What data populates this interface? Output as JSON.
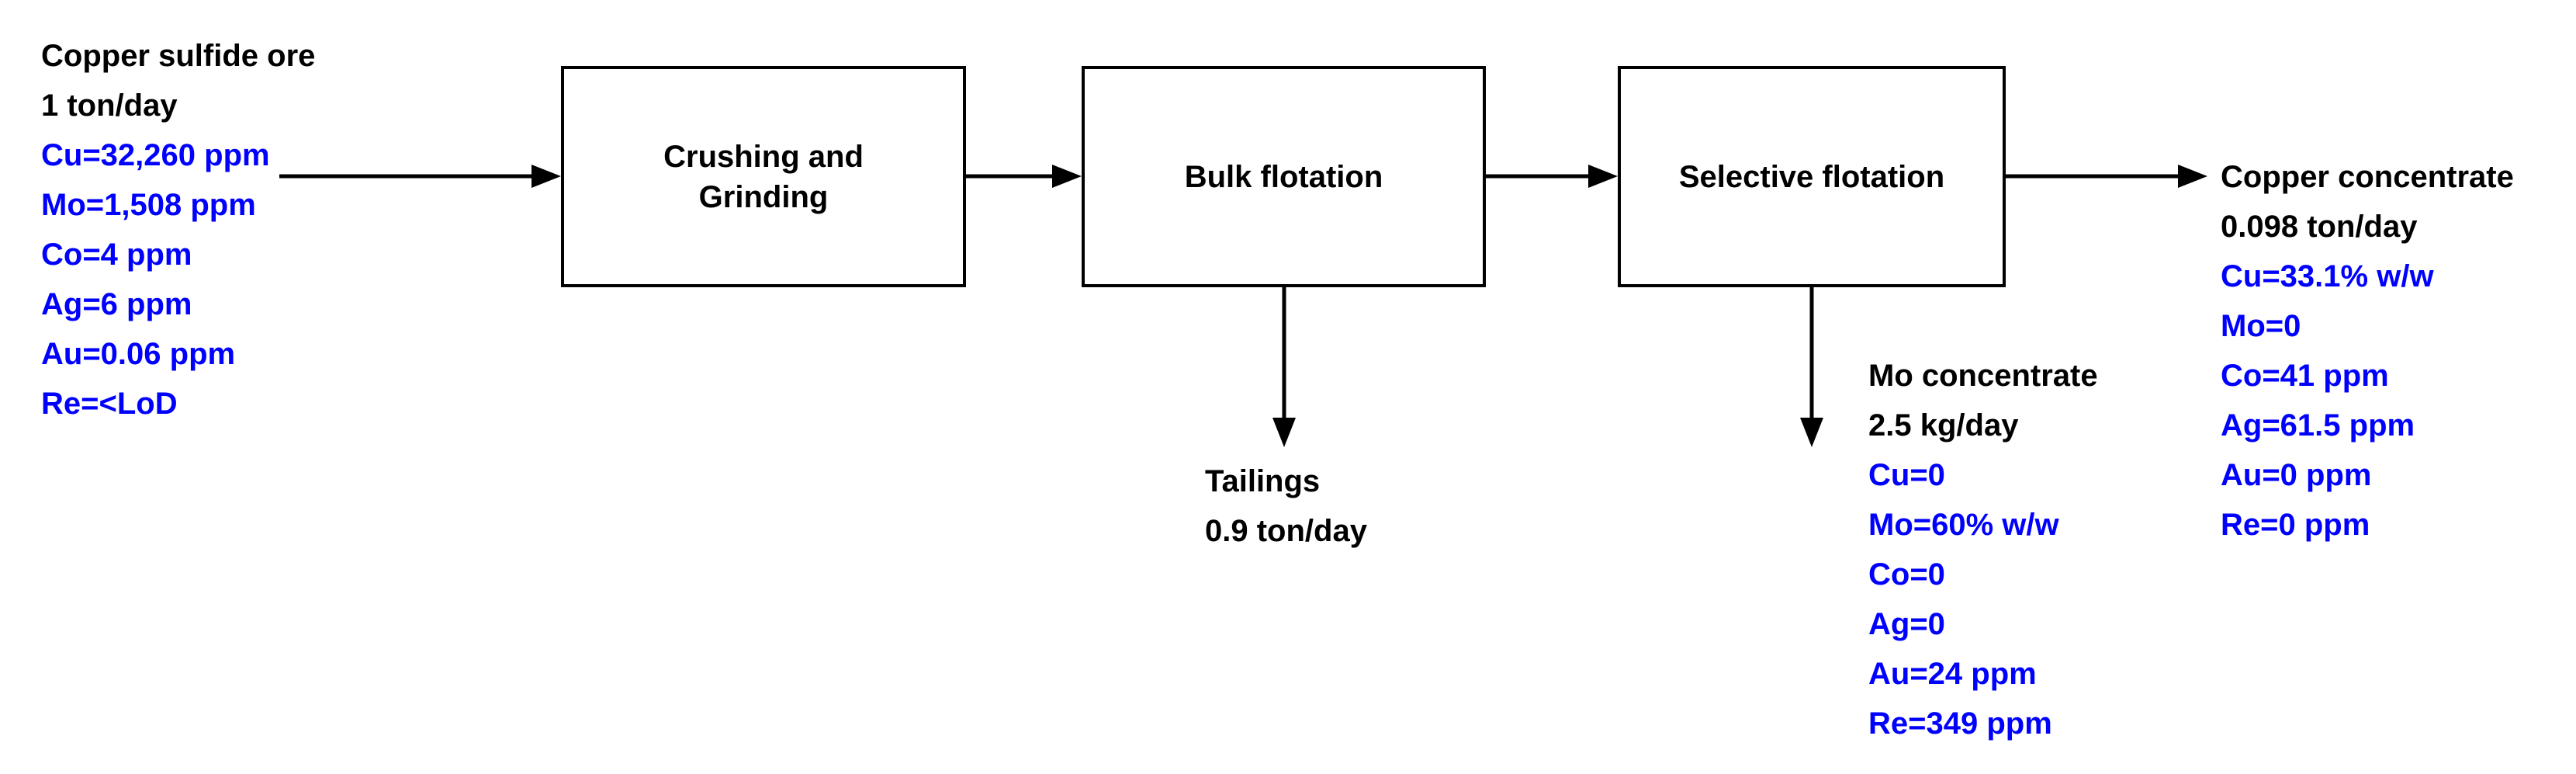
{
  "feed": {
    "name": "Copper sulfide ore",
    "rate": "1 ton/day",
    "assays": [
      "Cu=32,260 ppm",
      "Mo=1,508 ppm",
      "Co=4 ppm",
      "Ag=6 ppm",
      "Au=0.06 ppm",
      "Re=<LoD"
    ]
  },
  "process_boxes": {
    "crushing_grinding": "Crushing and Grinding",
    "bulk_flotation": "Bulk flotation",
    "selective_flotation": "Selective flotation"
  },
  "tailings": {
    "name": "Tailings",
    "rate": "0.9 ton/day"
  },
  "mo_concentrate": {
    "name": "Mo concentrate",
    "rate": "2.5 kg/day",
    "assays": [
      "Cu=0",
      "Mo=60% w/w",
      "Co=0",
      "Ag=0",
      "Au=24 ppm",
      "Re=349 ppm"
    ]
  },
  "copper_concentrate": {
    "name": "Copper concentrate",
    "rate": "0.098 ton/day",
    "assays": [
      "Cu=33.1% w/w",
      "Mo=0",
      "Co=41 ppm",
      "Ag=61.5 ppm",
      "Au=0 ppm",
      "Re=0 ppm"
    ]
  },
  "colors": {
    "assay_blue": "#0000ff",
    "line_black": "#000000",
    "background": "#ffffff"
  }
}
